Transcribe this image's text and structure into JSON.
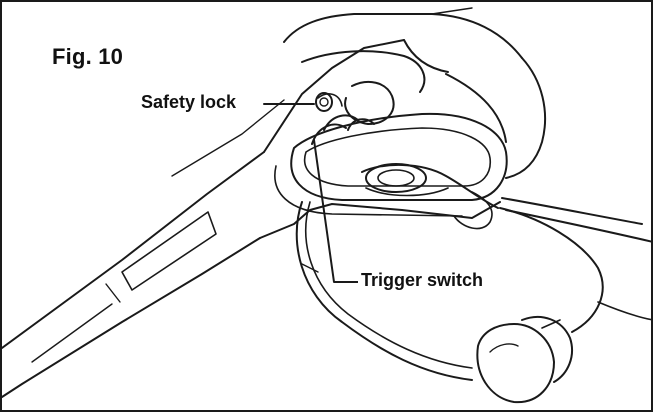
{
  "figure": {
    "title": "Fig. 10",
    "labels": {
      "safety_lock": "Safety lock",
      "trigger_switch": "Trigger switch"
    }
  },
  "colors": {
    "line": "#1a1a1a",
    "background": "#ffffff"
  }
}
